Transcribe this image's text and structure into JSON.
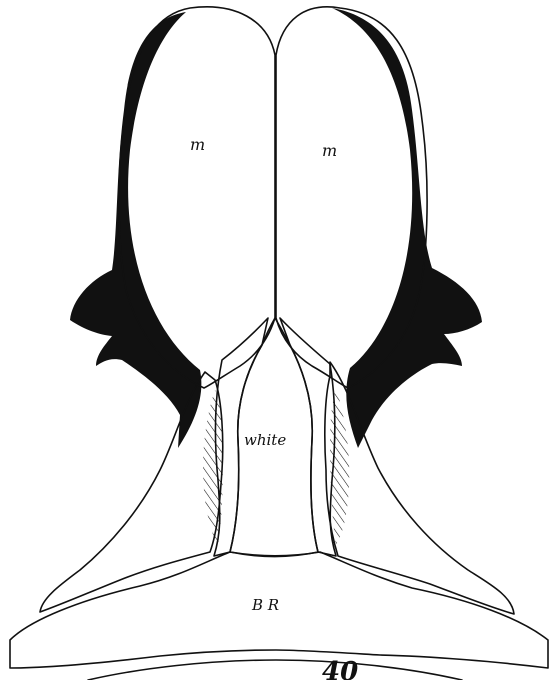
{
  "labels": {
    "m_left": "m",
    "m_right": "m",
    "white": "white",
    "br": "B R",
    "figure_number": "40"
  },
  "colors": {
    "ink": "#111111",
    "paper": "#ffffff"
  }
}
